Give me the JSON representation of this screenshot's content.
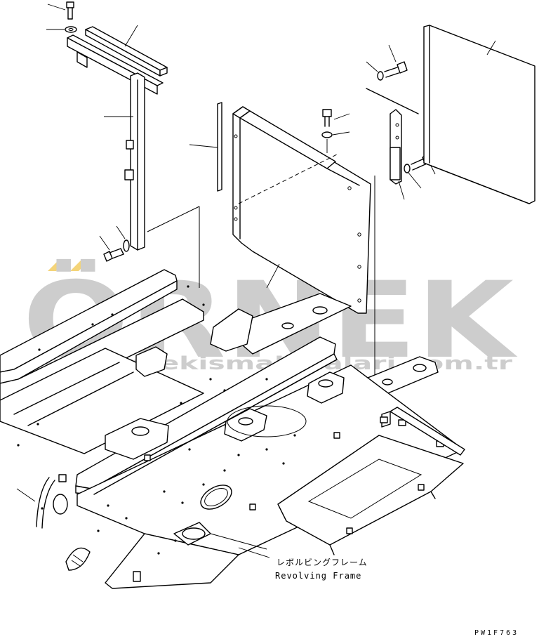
{
  "watermark": {
    "brand": "ÖRNEK",
    "url": "www.ornekismakinalari.com.tr",
    "color": "#c8c8c8",
    "accent": "#f3d06b"
  },
  "label": {
    "japanese": "レボルビングフレーム",
    "english": "Revolving Frame"
  },
  "drawing_code": "PW1F763"
}
